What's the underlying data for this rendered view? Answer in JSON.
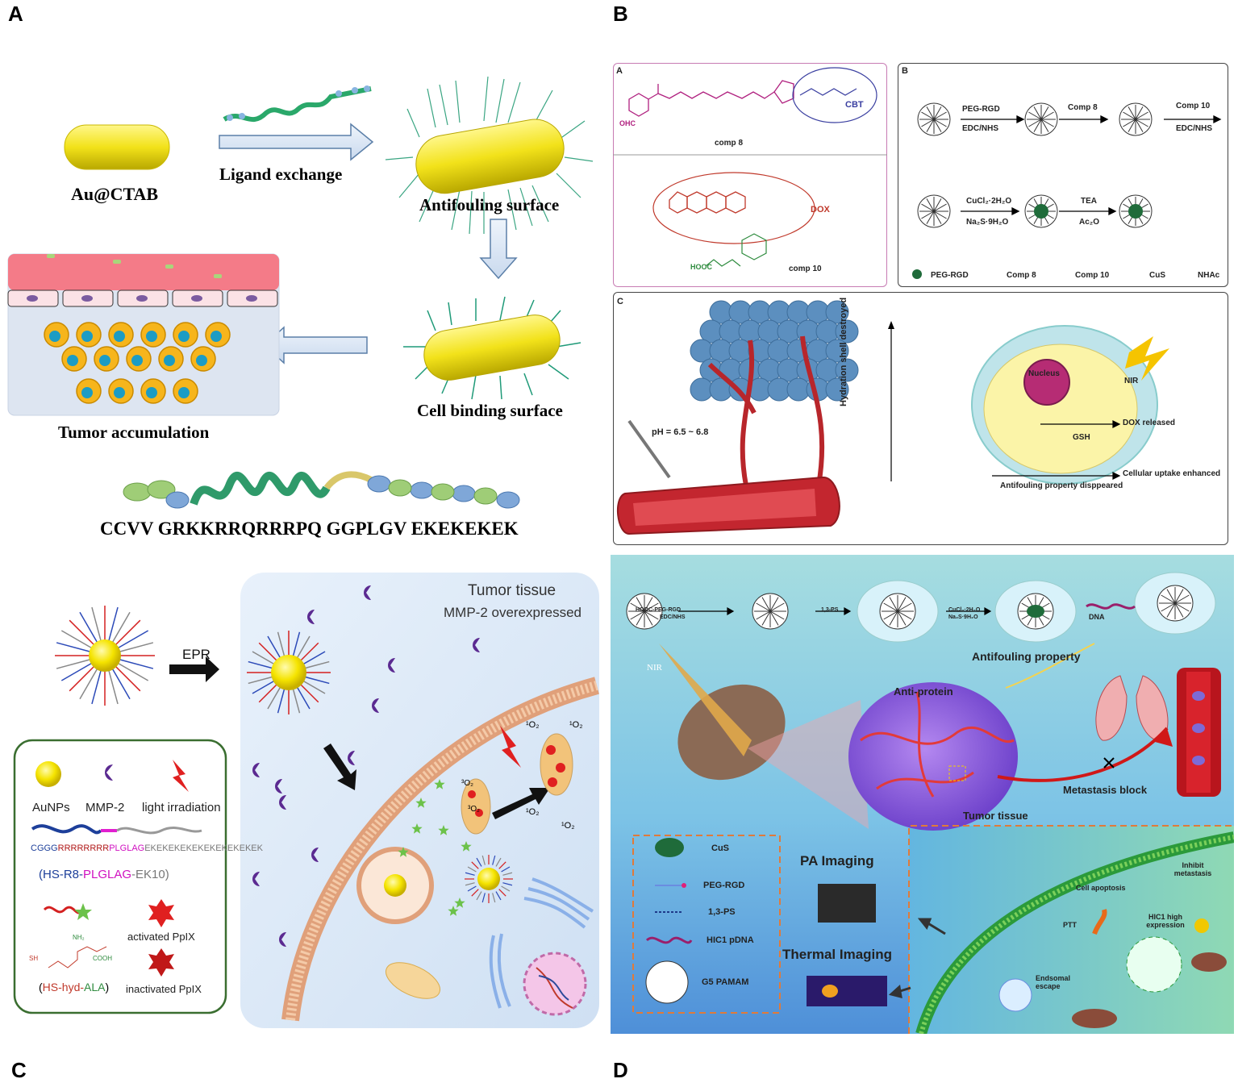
{
  "panels": {
    "a": "A",
    "b": "B",
    "c": "C",
    "d": "D"
  },
  "panel_a": {
    "au_ctab": "Au@CTAB",
    "ligand_exchange": "Ligand exchange",
    "antifouling_surface": "Antifouling surface",
    "cell_binding_surface": "Cell binding surface",
    "tumor_accumulation": "Tumor accumulation",
    "sequence": "CCVV GRKKRRQRRRPQ GGPLGV EKEKEKEK"
  },
  "panel_b": {
    "sub_a": "A",
    "sub_b": "B",
    "sub_c": "C",
    "cbt": "CBT",
    "comp8": "comp 8",
    "dox": "DOX",
    "comp10": "comp 10",
    "ohc": "OHC",
    "hooc": "HOOC",
    "peg_rgd": "PEG-RGD",
    "edc_nhs": "EDC/NHS",
    "comp8_arrow": "Comp 8",
    "comp10_arrow": "Comp 10",
    "edc_nhs2": "EDC/NHS",
    "cucl2": "CuCl₂·2H₂O",
    "na2s": "Na₂S·9H₂O",
    "tea": "TEA",
    "ac2o": "Ac₂O",
    "legend": [
      "PEG-RGD",
      "Comp 8",
      "Comp 10",
      "CuS",
      "NHAc"
    ],
    "ph": "pH = 6.5 ~ 6.8",
    "hydration": "Hydration shell destroyed",
    "nucleus": "Nucleus",
    "nir": "NIR",
    "dox_released": "DOX released",
    "gsh": "GSH",
    "cellular_uptake": "Cellular uptake enhanced",
    "antifouling_disappeared": "Antifouling property disppeared"
  },
  "panel_c": {
    "epr": "EPR",
    "tumor_tissue": "Tumor tissue",
    "mmp2_over": "MMP-2 overexpressed",
    "aunps": "AuNPs",
    "mmp2": "MMP-2",
    "light": "light irradiation",
    "seq_cggg": "CGGG",
    "seq_r": "RRRRRRRR",
    "seq_plglag": "PLGLAG",
    "seq_ek": "EKEKEKEKEKEKEKEKEKEK",
    "hs_label_1": "(HS-R8-",
    "hs_label_2": "PLGLAG",
    "hs_label_3": "-EK10)",
    "activated": "activated PpIX",
    "inactivated": "inactivated PpIX",
    "hs_hyd_1": "(",
    "hs_hyd_2": "HS-hyd-",
    "hs_hyd_3": "ALA",
    "hs_hyd_4": ")",
    "nh2": "NH₂",
    "sh": "SH",
    "cooh": "COOH",
    "singlet": "¹O₂",
    "triplet": "³O₂"
  },
  "panel_d": {
    "hooc_peg": "HOOC-PEG-RGD",
    "edc_nhs": "EDC/NHS",
    "ps13": "1,3-PS",
    "cucl2": "CuCl₂·2H₂O",
    "na2s": "Na₂S·9H₂O",
    "dna": "DNA",
    "antifouling_property": "Antifouling property",
    "nir": "NIR",
    "anti_protein": "Anti-protein",
    "metastasis_block": "Metastasis block",
    "tumor_tissue": "Tumor tissue",
    "legend": [
      "CuS",
      "PEG-RGD",
      "1,3-PS",
      "HIC1 pDNA",
      "G5 PAMAM"
    ],
    "pa_imaging": "PA Imaging",
    "thermal_imaging": "Thermal Imaging",
    "cell_apoptosis": "Cell apoptosis",
    "inhibit_metastasis": "Inhibit metastasis",
    "ptt": "PTT",
    "hic1_high": "HIC1 high expression",
    "endosomal_escape": "Endsomal escape"
  }
}
